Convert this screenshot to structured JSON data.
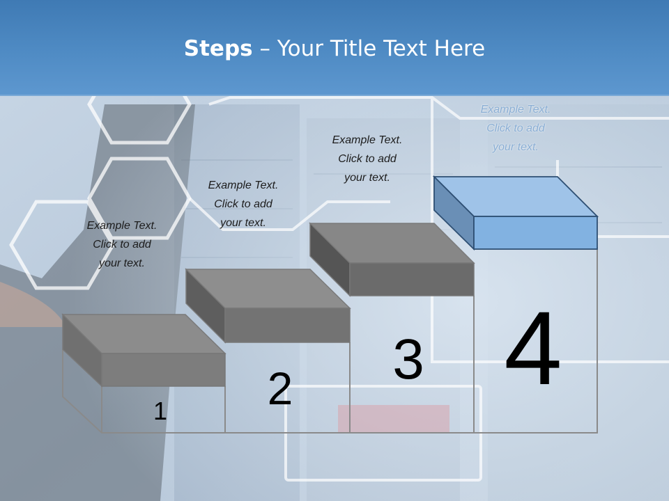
{
  "slide": {
    "title_bold": "Steps",
    "title_rest": " – Your Title Text Here"
  },
  "steps": [
    {
      "number": "1",
      "lines": [
        "Example Text.",
        "Click  to add",
        "your text."
      ]
    },
    {
      "number": "2",
      "lines": [
        "Example Text.",
        "Click  to add",
        "your text."
      ]
    },
    {
      "number": "3",
      "lines": [
        "Example Text.",
        "Click  to add",
        "your text."
      ]
    },
    {
      "number": "4",
      "lines": [
        "Example Text.",
        "Click  to add",
        "your text."
      ]
    }
  ],
  "colors": {
    "title_bar": "#4f8bc4",
    "gray_top": "#8a8a8a",
    "gray_front": "#6e6e6e",
    "gray_side": "#5a5a5a",
    "blue_top": "#9dc1e6",
    "blue_front": "#7fb0e0",
    "blue_side": "#5c88b5",
    "outline": "#8a8a8a"
  }
}
